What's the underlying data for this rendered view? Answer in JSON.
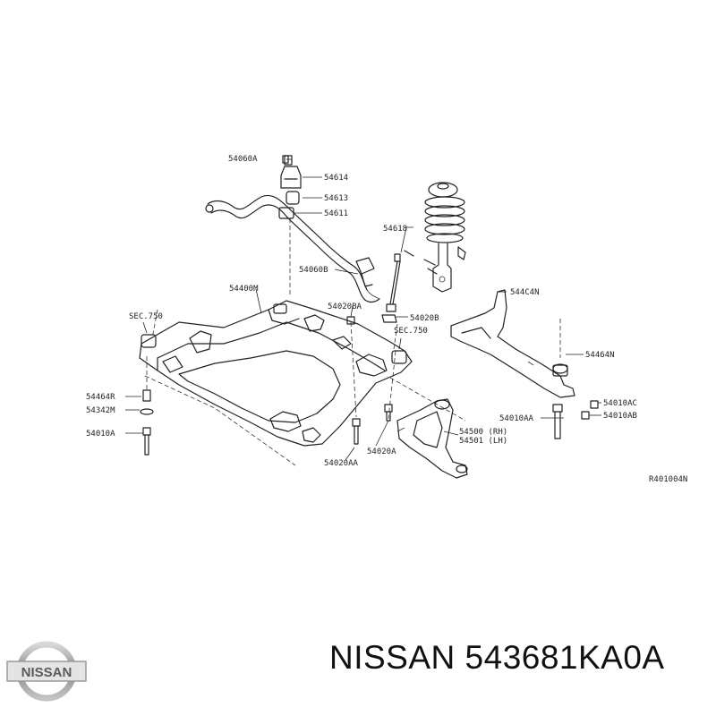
{
  "diagram": {
    "labels": {
      "bolt_top": "54060A",
      "p54614": "54614",
      "p54613": "54613",
      "p54611": "54611",
      "p54618": "54618",
      "p54060b": "54060B",
      "p54400m": "54400M",
      "p54020ba": "54020BA",
      "p54020b": "54020B",
      "p544c4n": "544C4N",
      "sec750_left": "SEC.750",
      "sec750_right": "SEC.750",
      "p54464n": "54464N",
      "p54010ac": "54010AC",
      "p54010ab": "54010AB",
      "p54010aa": "54010AA",
      "p54500": "54500 (RH)",
      "p54501": "54501 (LH)",
      "p54464r": "54464R",
      "p54342m": "54342M",
      "p54010a": "54010A",
      "p54020a": "54020A",
      "p54020aa": "54020AA",
      "ref": "R401004N"
    }
  },
  "footer": {
    "brand_logo_text": "NISSAN",
    "caption": "NISSAN 543681KA0A"
  }
}
